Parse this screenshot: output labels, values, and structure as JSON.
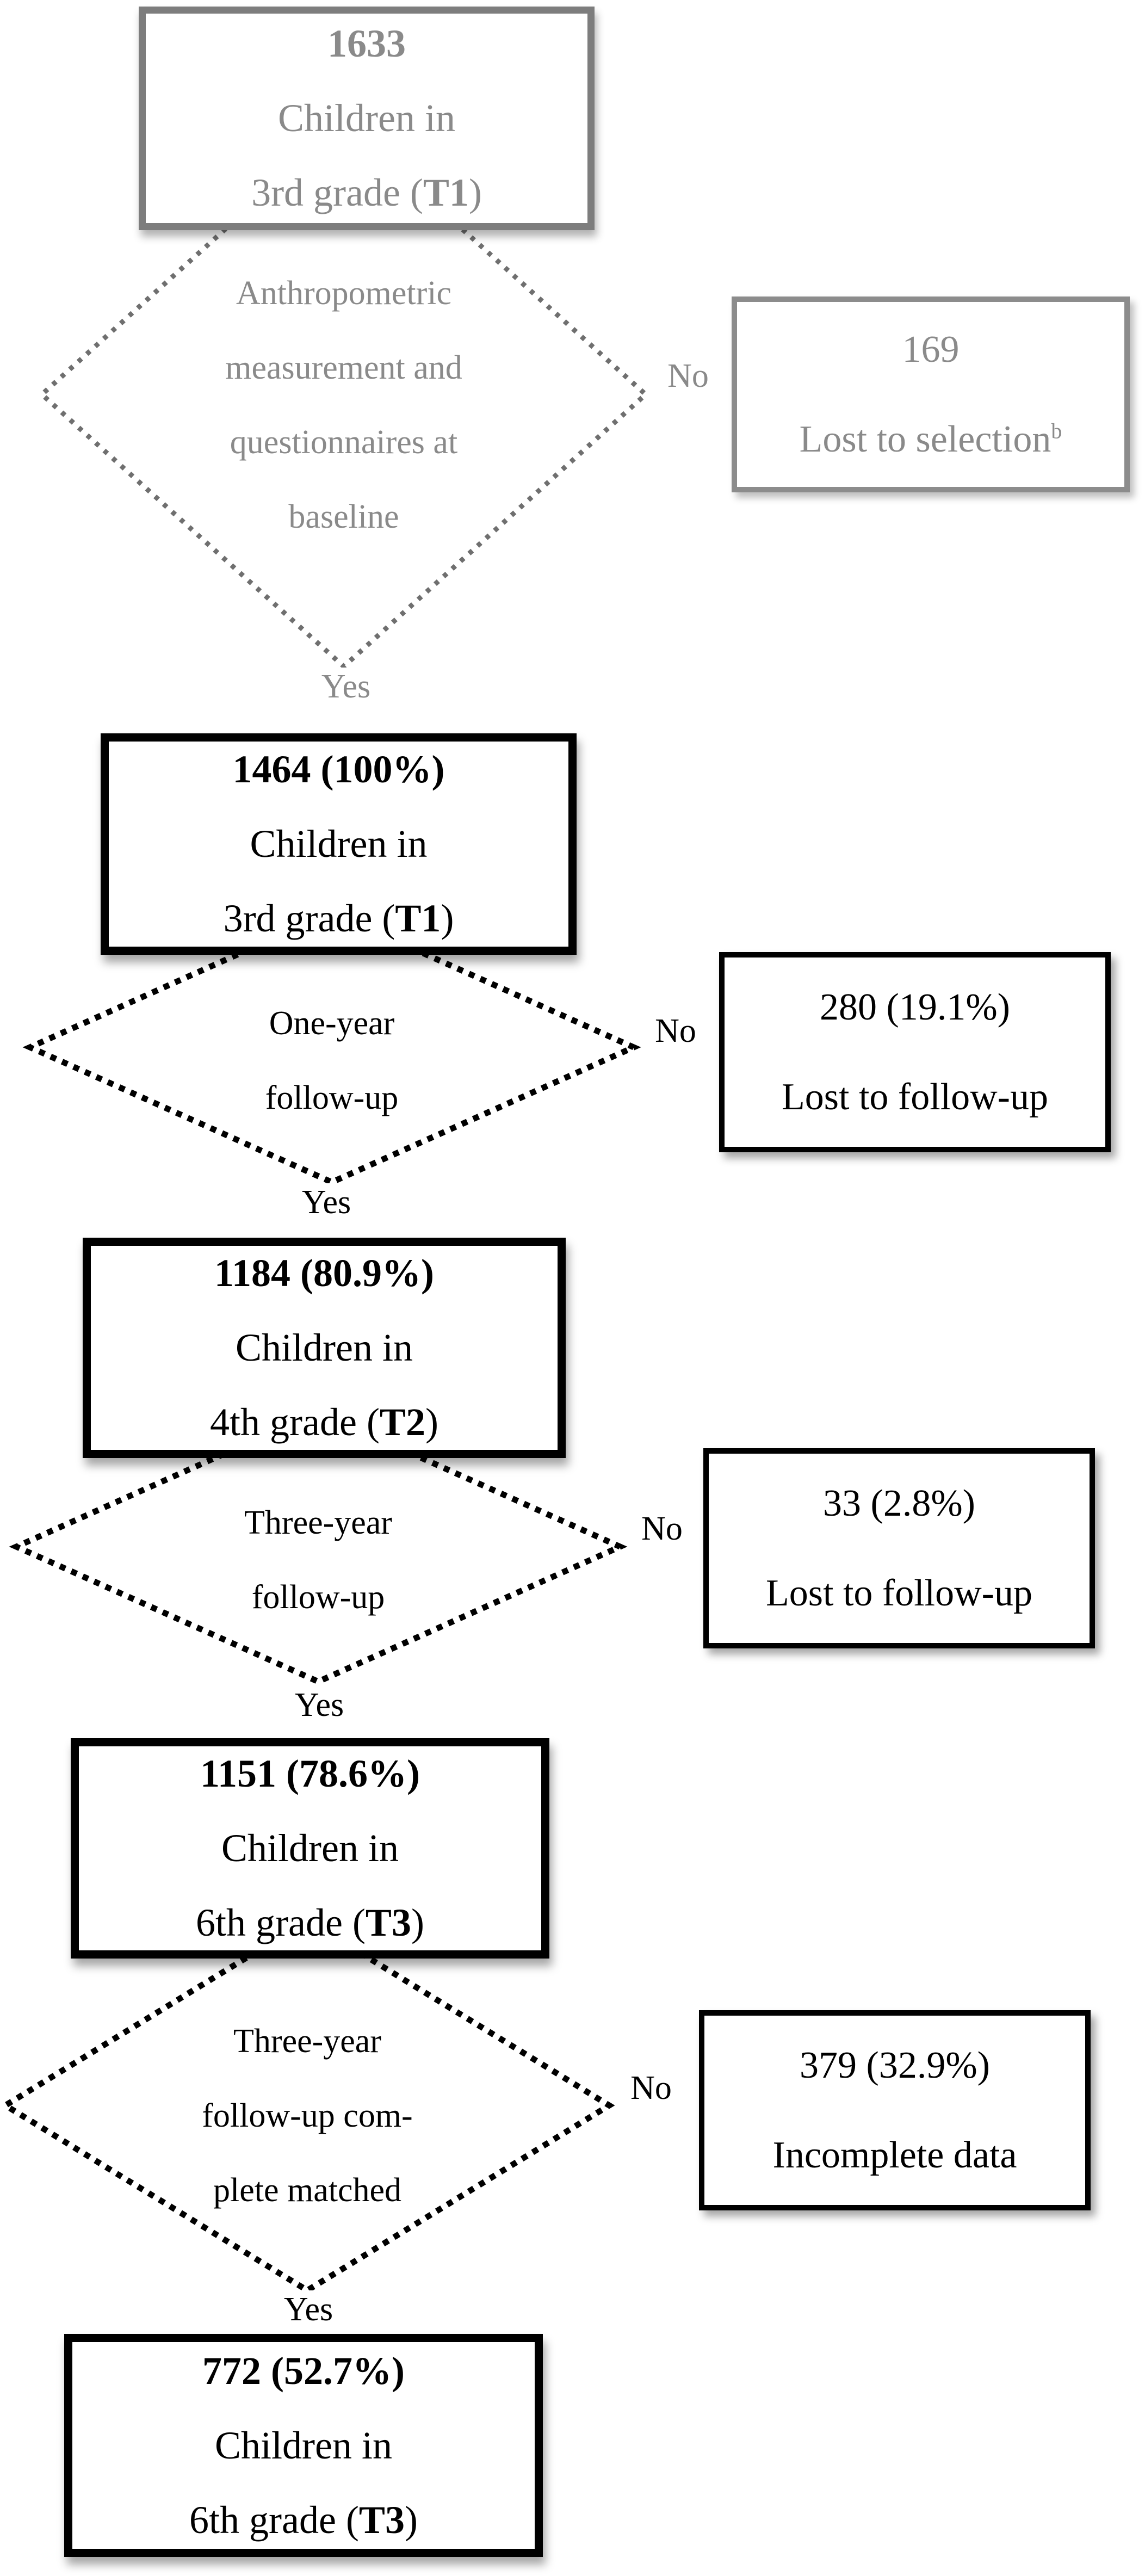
{
  "palette": {
    "gray_border": "#7d7d7d",
    "gray_text": "#8a8a8a",
    "gray_dots": "#6f6f6f",
    "black": "#000000",
    "background": "#ffffff"
  },
  "flow": {
    "start_box": {
      "count": "1633",
      "line2": "Children in",
      "grade_pre": "3rd grade (",
      "grade_bold": "T1",
      "grade_post": ")"
    },
    "decisions": [
      {
        "lines": [
          "Anthropometric",
          "measurement and",
          "questionnaires at",
          "baseline"
        ],
        "no_label": "No",
        "yes_label": "Yes"
      },
      {
        "lines": [
          "One-year",
          "follow-up"
        ],
        "no_label": "No",
        "yes_label": "Yes"
      },
      {
        "lines": [
          "Three-year",
          "follow-up"
        ],
        "no_label": "No",
        "yes_label": "Yes"
      },
      {
        "lines": [
          "Three-year",
          "follow-up com-",
          "plete matched"
        ],
        "no_label": "No",
        "yes_label": "Yes"
      }
    ],
    "stage_boxes": [
      {
        "count": "1464 (100%)",
        "line2": "Children in",
        "grade_pre": "3rd grade (",
        "grade_bold": "T1",
        "grade_post": ")"
      },
      {
        "count": "1184 (80.9%)",
        "line2": "Children in",
        "grade_pre": "4th grade (",
        "grade_bold": "T2",
        "grade_post": ")"
      },
      {
        "count": "1151 (78.6%)",
        "line2": "Children in",
        "grade_pre": "6th grade (",
        "grade_bold": "T3",
        "grade_post": ")"
      },
      {
        "count": "772 (52.7%)",
        "line2": "Children in",
        "grade_pre": "6th grade (",
        "grade_bold": "T3",
        "grade_post": ")"
      }
    ],
    "side_boxes": [
      {
        "count": "169",
        "label": "Lost to selection",
        "superscript": "b"
      },
      {
        "count": "280 (19.1%)",
        "label": "Lost to follow-up",
        "superscript": ""
      },
      {
        "count": "33 (2.8%)",
        "label": "Lost to follow-up",
        "superscript": ""
      },
      {
        "count": "379 (32.9%)",
        "label": "Incomplete data",
        "superscript": ""
      }
    ]
  }
}
